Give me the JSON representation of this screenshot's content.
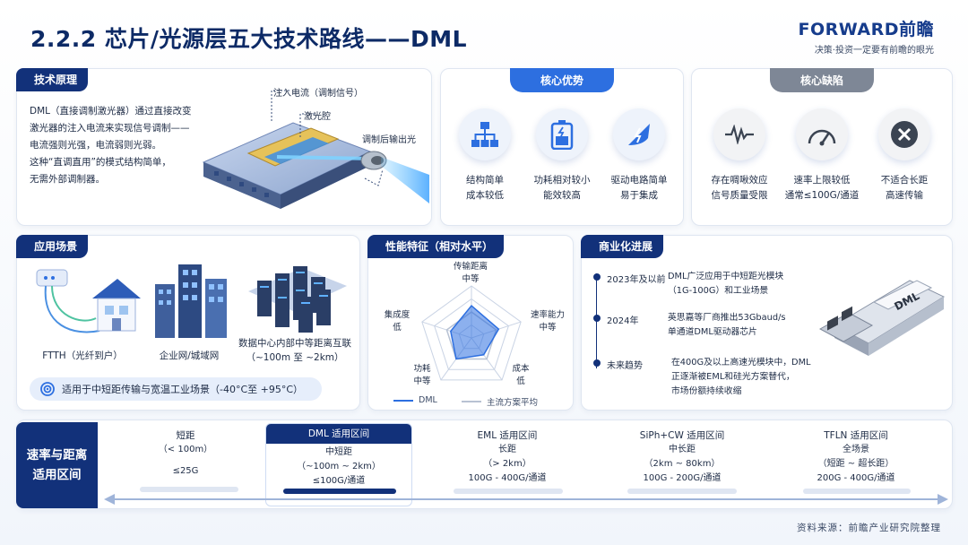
{
  "header": {
    "title": "2.2.2 芯片/光源层五大技术路线——DML",
    "logo_main": "FORWARD前瞻",
    "logo_sub": "决策·投资一定要有前瞻的眼光"
  },
  "principle": {
    "tag": "技术原理",
    "text": [
      "DML（直接调制激光器）通过直接改变",
      "激光器的注入电流来实现信号调制——",
      "电流强则光强，电流弱则光弱。",
      "这种“直调直用”的模式结构简单，",
      "无需外部调制器。"
    ],
    "labels": {
      "current": "注入电流（调制信号）",
      "cavity": "激光腔",
      "output": "调制后输出光"
    }
  },
  "advantages": {
    "tag": "核心优势",
    "items": [
      {
        "icon": "hierarchy-icon",
        "line1": "结构简单",
        "line2": "成本较低"
      },
      {
        "icon": "battery-icon",
        "line1": "功耗相对较小",
        "line2": "能效较高"
      },
      {
        "icon": "lightning-chip-icon",
        "line1": "驱动电路简单",
        "line2": "易于集成"
      }
    ]
  },
  "disadvantages": {
    "tag": "核心缺陷",
    "items": [
      {
        "icon": "waveform-icon",
        "line1": "存在啁啾效应",
        "line2": "信号质量受限"
      },
      {
        "icon": "gauge-icon",
        "line1": "速率上限较低",
        "line2": "通常≤100G/通道"
      },
      {
        "icon": "close-icon",
        "line1": "不适合长距",
        "line2": "高速传输"
      }
    ]
  },
  "applications": {
    "tag": "应用场景",
    "items": [
      {
        "label": "FTTH（光纤到户）"
      },
      {
        "label": "企业网/城域网"
      },
      {
        "label": "数据中心内部中等距离互联",
        "sub": "（~100m 至 ~2km）"
      }
    ],
    "banner": "适用于中短距传输与宽温工业场景（-40°C至 +95°C）"
  },
  "performance": {
    "tag": "性能特征（相对水平）",
    "axes": [
      {
        "name": "传输距离",
        "level": "中等"
      },
      {
        "name": "速率能力",
        "level": "中等"
      },
      {
        "name": "成本",
        "level": "低"
      },
      {
        "name": "功耗",
        "level": "中等"
      },
      {
        "name": "集成度",
        "level": "低"
      }
    ],
    "legend_dml": "DML",
    "legend_avg": "主流方案平均"
  },
  "chart_data": {
    "type": "radar",
    "categories": [
      "传输距离",
      "速率能力",
      "成本",
      "功耗",
      "集成度"
    ],
    "series": [
      {
        "name": "DML",
        "values": [
          0.62,
          0.55,
          0.4,
          0.5,
          0.42
        ]
      },
      {
        "name": "主流方案平均",
        "values": [
          0.5,
          0.5,
          0.5,
          0.5,
          0.5
        ]
      }
    ],
    "ylim": [
      0,
      1
    ]
  },
  "commercial": {
    "tag": "商业化进展",
    "timeline": [
      {
        "year": "2023年及以前",
        "desc": [
          "DML广泛应用于中短距光模块",
          "（1G-100G）和工业场景"
        ]
      },
      {
        "year": "2024年",
        "desc": [
          "英思嘉等厂商推出53Gbaud/s",
          "单通道DML驱动器芯片"
        ]
      },
      {
        "year": "未来趋势",
        "desc": [
          "在400G及以上高速光模块中，DML",
          "正逐渐被EML和硅光方案替代，",
          "市场份额持续收缩"
        ]
      }
    ],
    "module_label": "DML"
  },
  "range": {
    "label_line1": "速率与距离",
    "label_line2": "适用区间",
    "segments": [
      {
        "head": "短距",
        "line1": "（< 100m）",
        "line2": "≤25G"
      },
      {
        "head": "DML 适用区间",
        "line1": "中短距",
        "line2": "（~100m ~ 2km）",
        "line3": "≤100G/通道"
      },
      {
        "head": "EML 适用区间",
        "line1": "长距",
        "line2": "（> 2km）",
        "line3": "100G - 400G/通道"
      },
      {
        "head": "SiPh+CW 适用区间",
        "line1": "中长距",
        "line2": "（2km ~ 80km）",
        "line3": "100G - 200G/通道"
      },
      {
        "head": "TFLN 适用区间",
        "line1": "全场景",
        "line2": "（短距 ~ 超长距）",
        "line3": "200G - 400G/通道"
      }
    ]
  },
  "footer": {
    "source": "资料来源：前瞻产业研究院整理"
  }
}
